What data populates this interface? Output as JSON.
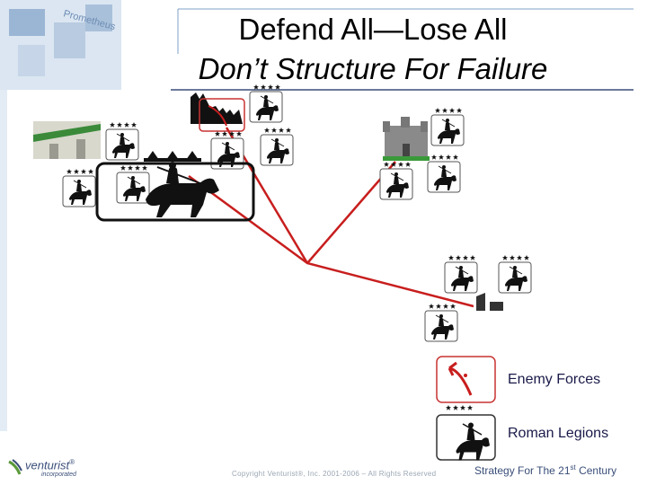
{
  "slide": {
    "title": "Defend All—Lose All",
    "subtitle": "Don’t Structure For Failure"
  },
  "legend": {
    "enemy_label": "Enemy Forces",
    "roman_label": "Roman Legions"
  },
  "footer": {
    "logo_text": "venturist",
    "logo_registered": "®",
    "logo_subtext": "incorporated",
    "copyright": "Copyright Venturist®, Inc. 2001-2006 – All Rights Reserved",
    "tagline": "Strategy For The 21",
    "tagline_sup": "st",
    "tagline_end": " Century"
  },
  "colors": {
    "line": "#c81e1e",
    "accent": "#3a4e79",
    "enemy_border": "#c83232",
    "deco_blue": "#7fa0c8"
  },
  "icons": {
    "rank": "four-stars",
    "legion": "mounted-knight-icon",
    "enemy": "red-sword-icon"
  }
}
